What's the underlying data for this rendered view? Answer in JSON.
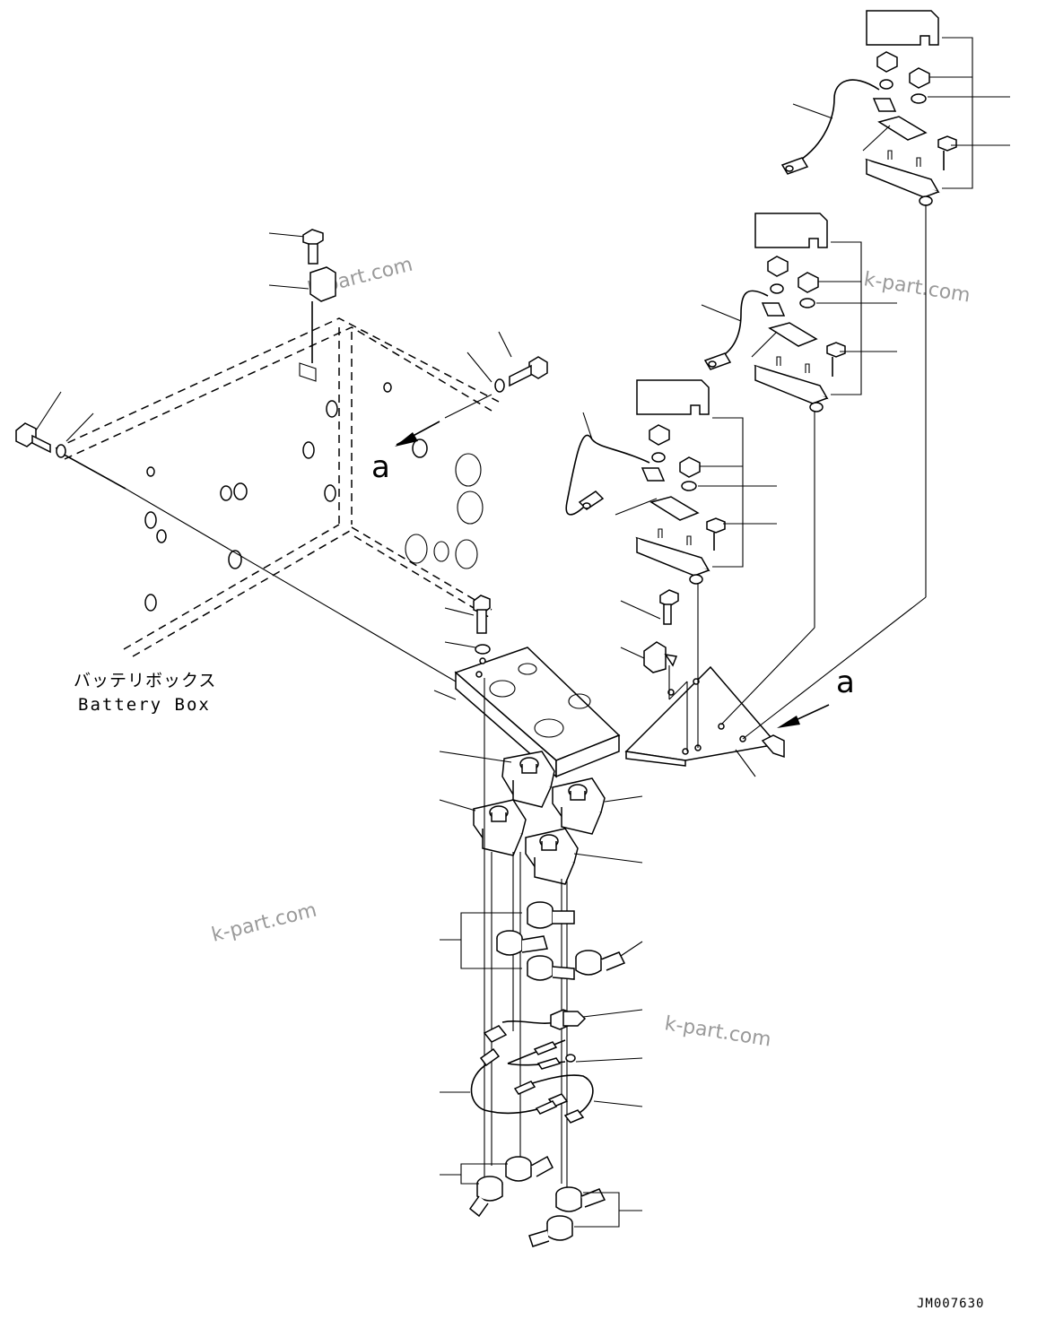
{
  "view_marker": "a",
  "battery_box": {
    "label_jp": "バッテリボックス",
    "label_en": "Battery Box"
  },
  "drawing_id": "JM007630",
  "watermark": "k-part.com"
}
